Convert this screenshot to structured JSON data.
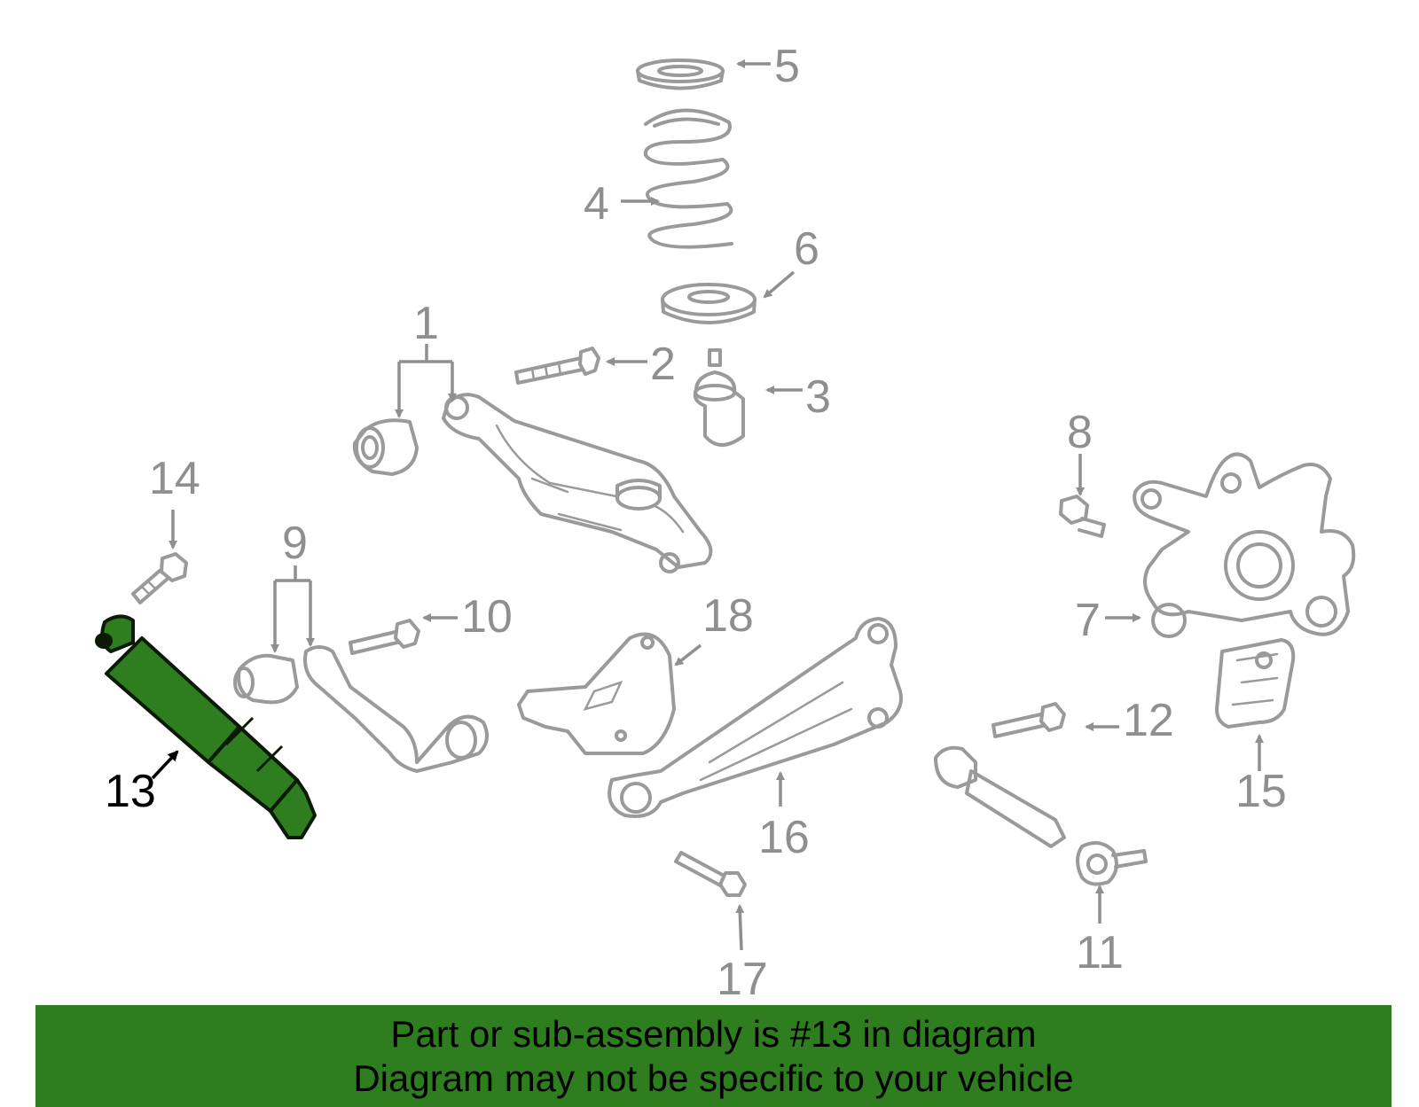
{
  "highlight_color": "#2e7d1e",
  "callouts": {
    "c1": "1",
    "c2": "2",
    "c3": "3",
    "c4": "4",
    "c5": "5",
    "c6": "6",
    "c7": "7",
    "c8": "8",
    "c9": "9",
    "c10": "10",
    "c11": "11",
    "c12": "12",
    "c13": "13",
    "c14": "14",
    "c15": "15",
    "c16": "16",
    "c17": "17",
    "c18": "18"
  },
  "highlighted_part": "13",
  "banner": {
    "line1": "Part or sub-assembly is #13 in diagram",
    "line2": "Diagram may not be specific to your vehicle"
  }
}
